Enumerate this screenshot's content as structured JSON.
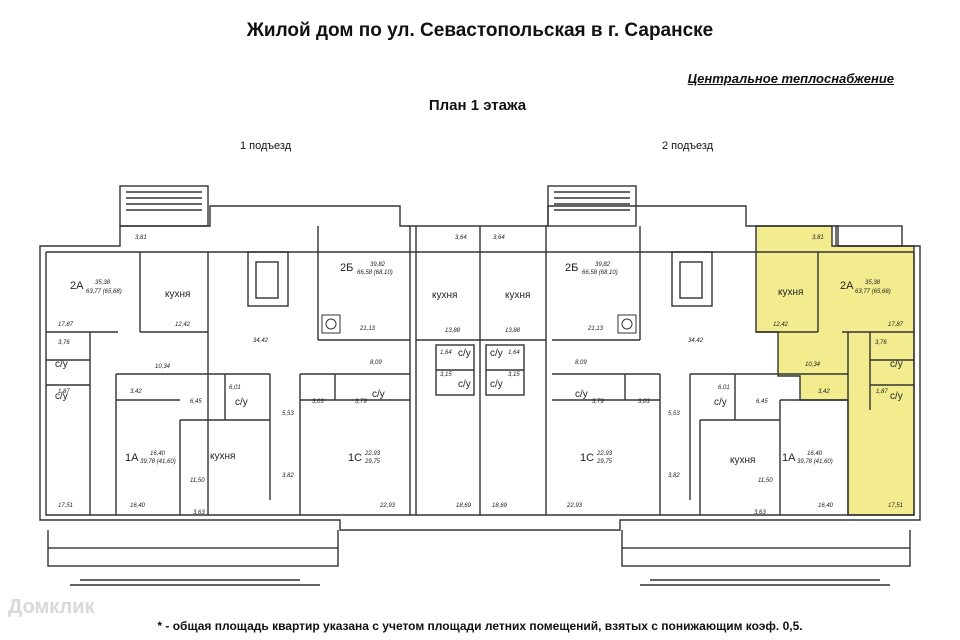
{
  "title": "Жилой дом по ул. Севастопольская в г. Саранске",
  "heating": "Центральное теплоснабжение",
  "subtitle": "План 1 этажа",
  "entrances": [
    "1 подъезд",
    "2 подъезд"
  ],
  "apartments": {
    "a2a_left": {
      "type": "2А",
      "area": "35,38",
      "total": "63,77 (65,68)"
    },
    "a2b_left": {
      "type": "2Б",
      "area": "39,82",
      "total": "66,58 (68,10)"
    },
    "a2b_right": {
      "type": "2Б",
      "area": "39,82",
      "total": "66,58 (68,10)"
    },
    "a2a_right": {
      "type": "2А",
      "area": "35,38",
      "total": "63,77 (65,68)"
    },
    "a1a_left": {
      "type": "1А",
      "area": "16,40",
      "total": "39,78 (41,60)"
    },
    "a1c_left": {
      "type": "1С",
      "area": "22,93",
      "total": "29,75"
    },
    "a1c_right": {
      "type": "1С",
      "area": "22,93",
      "total": "29,75"
    },
    "a1a_right": {
      "type": "1А",
      "area": "16,40",
      "total": "39,78 (41,60)"
    }
  },
  "rooms": {
    "kitchen": "кухня",
    "bathroom": "с/у"
  },
  "dims": {
    "d381": "3,81",
    "d364": "3,64",
    "d1787": "17,87",
    "d1242": "12,42",
    "d376": "3,76",
    "d187": "1,87",
    "d1034": "10,34",
    "d342": "3,42",
    "d645": "6,45",
    "d601": "6,01",
    "d2113": "21,13",
    "d3442": "34,42",
    "d809": "8,09",
    "d379": "3,79",
    "d303": "3,03",
    "d553": "5,53",
    "d382": "3,82",
    "d1150": "11,50",
    "d363": "3,63",
    "d1751": "17,51",
    "d1640": "16,40",
    "d2293": "22,93",
    "d1869": "18,69",
    "d1388": "13,88",
    "d164": "1,64",
    "d315": "3,15"
  },
  "note": "* - общая площадь квартир указана с учетом площади летних помещений, взятых с понижающим коэф. 0,5.",
  "watermark": "Домклик",
  "colors": {
    "highlight": "#f2ec8f",
    "wall": "#333333"
  }
}
